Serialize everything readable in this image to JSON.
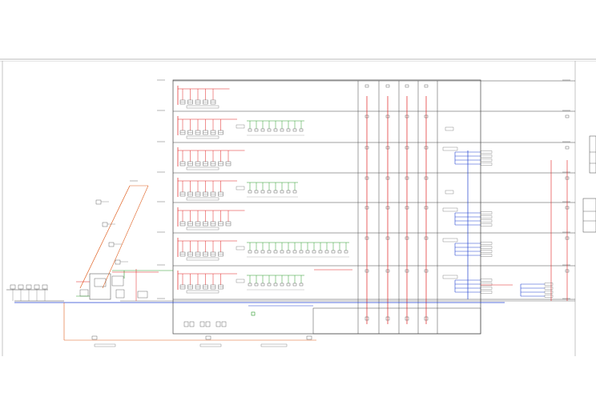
{
  "colors": {
    "frame": "#a0a0a0",
    "line": "#444444",
    "red": "#e02020",
    "green": "#2a9a2a",
    "blue": "#2040d0",
    "orange": "#e06020",
    "label": "#333333"
  },
  "floors": {
    "count": 7,
    "fixture_rows": [
      {
        "fixtures": 5,
        "right_units": 0
      },
      {
        "fixtures": 6,
        "right_units": 9
      },
      {
        "fixtures": 7,
        "right_units": 0
      },
      {
        "fixtures": 6,
        "right_units": 8
      },
      {
        "fixtures": 7,
        "right_units": 0
      },
      {
        "fixtures": 6,
        "right_units": 16
      },
      {
        "fixtures": 6,
        "right_units": 9
      }
    ],
    "riser_count": 4,
    "blue_groups": [
      {
        "branches": 4
      },
      {
        "branches": 4
      },
      {
        "branches": 4
      },
      {
        "branches": 4
      }
    ]
  },
  "icons": {
    "equipment": "pump-station-icon"
  }
}
